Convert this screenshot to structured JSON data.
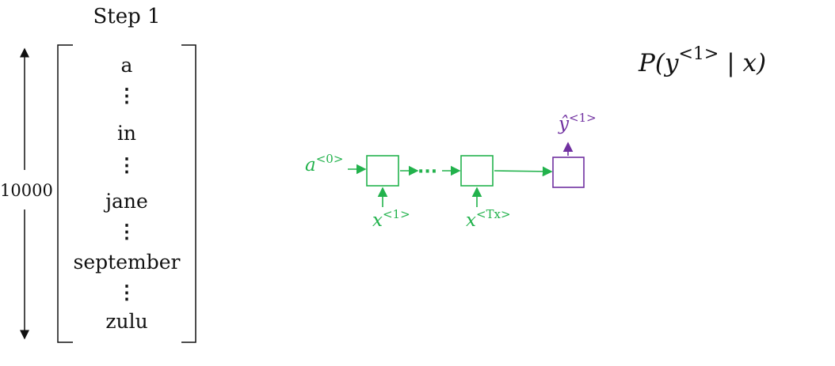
{
  "step_title": "Step 1",
  "vocabulary": {
    "words": [
      "a",
      "in",
      "jane",
      "september",
      "zulu"
    ],
    "ellipsis": "⋮",
    "size_label": "10000"
  },
  "probability": {
    "prefix": "P(y",
    "superscript": "<1>",
    "suffix": " | x)"
  },
  "rnn": {
    "a0_base": "a",
    "a0_sup": "<0>",
    "x1_base": "x",
    "x1_sup": "<1>",
    "xtx_base": "x",
    "xtx_sup": "<Tx>",
    "yhat_base": "ŷ",
    "yhat_sup": "<1>",
    "dots": "···",
    "colors": {
      "green": "#22b24c",
      "purple": "#7030a0"
    }
  }
}
